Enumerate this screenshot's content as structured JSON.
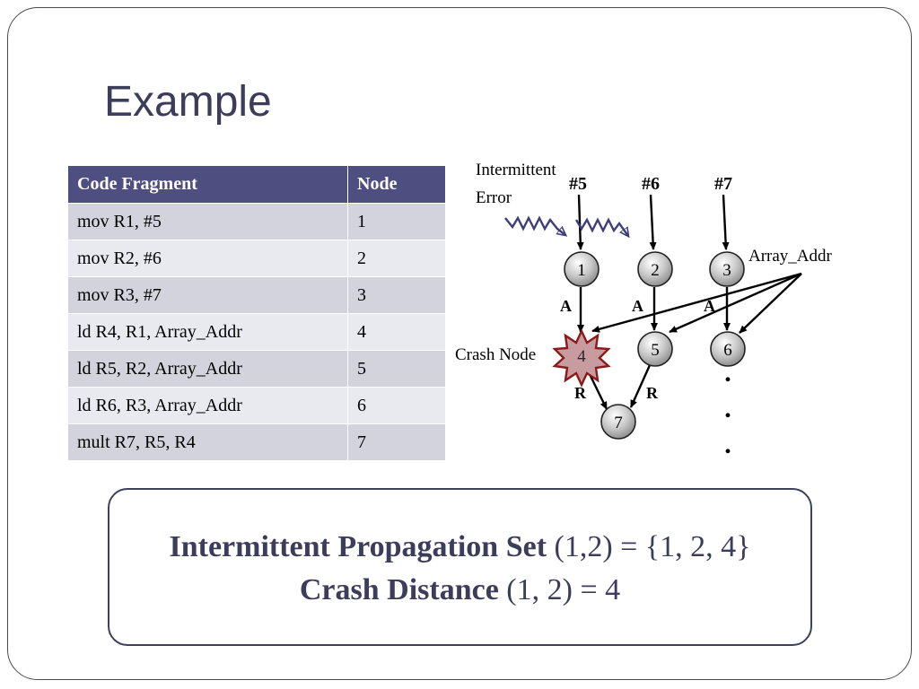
{
  "slide": {
    "title": "Example"
  },
  "table": {
    "headers": [
      "Code Fragment",
      "Node"
    ],
    "rows": [
      [
        "mov R1, #5",
        "1"
      ],
      [
        "mov R2, #6",
        "2"
      ],
      [
        "mov R3, #7",
        "3"
      ],
      [
        "ld R4, R1, Array_Addr",
        "4"
      ],
      [
        "ld R5, R2, Array_Addr",
        "5"
      ],
      [
        "ld R6, R3, Array_Addr",
        "6"
      ],
      [
        "mult R7, R5, R4",
        "7"
      ]
    ]
  },
  "diagram": {
    "error_label_line1": "Intermittent",
    "error_label_line2": "Error",
    "inputs": [
      "#5",
      "#6",
      "#7"
    ],
    "array_label": "Array_Addr",
    "crash_label": "Crash Node",
    "nodes": [
      "1",
      "2",
      "3",
      "4",
      "5",
      "6",
      "7"
    ],
    "edge_label_a": "A",
    "edge_label_r": "R",
    "dots": [
      ".",
      ".",
      "."
    ]
  },
  "summary": {
    "line1_bold": "Intermittent Propagation Set",
    "line1_rest": " (1,2) = {1, 2, 4}",
    "line2_bold": "Crash Distance",
    "line2_rest": " (1, 2) = 4"
  },
  "colors": {
    "title": "#3b3d5a",
    "table_header": "#4f4e80",
    "row_odd": "#d2d3dc",
    "row_even": "#e9eaef",
    "error_arrow": "#3d3f7a",
    "crash_fill": "#c89ba0",
    "crash_stroke": "#8b1a1a"
  }
}
